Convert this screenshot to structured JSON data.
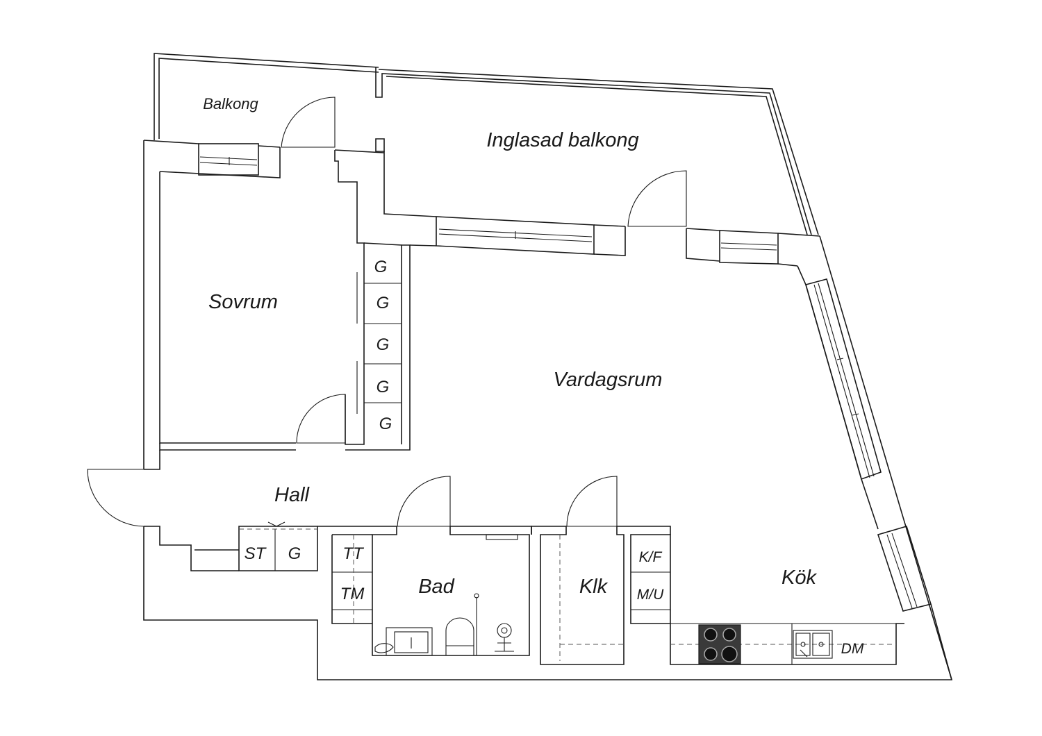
{
  "rooms": {
    "balkong": "Balkong",
    "inglasad_balkong": "Inglasad balkong",
    "sovrum": "Sovrum",
    "vardagsrum": "Vardagsrum",
    "hall": "Hall",
    "bad": "Bad",
    "klk": "Klk",
    "kok": "Kök"
  },
  "fixtures": {
    "wardrobe": "G",
    "hall_st": "ST",
    "hall_g": "G",
    "bath_tt": "TT",
    "bath_tm": "TM",
    "kitchen_kf": "K/F",
    "kitchen_mu": "M/U",
    "kitchen_dm": "DM"
  }
}
